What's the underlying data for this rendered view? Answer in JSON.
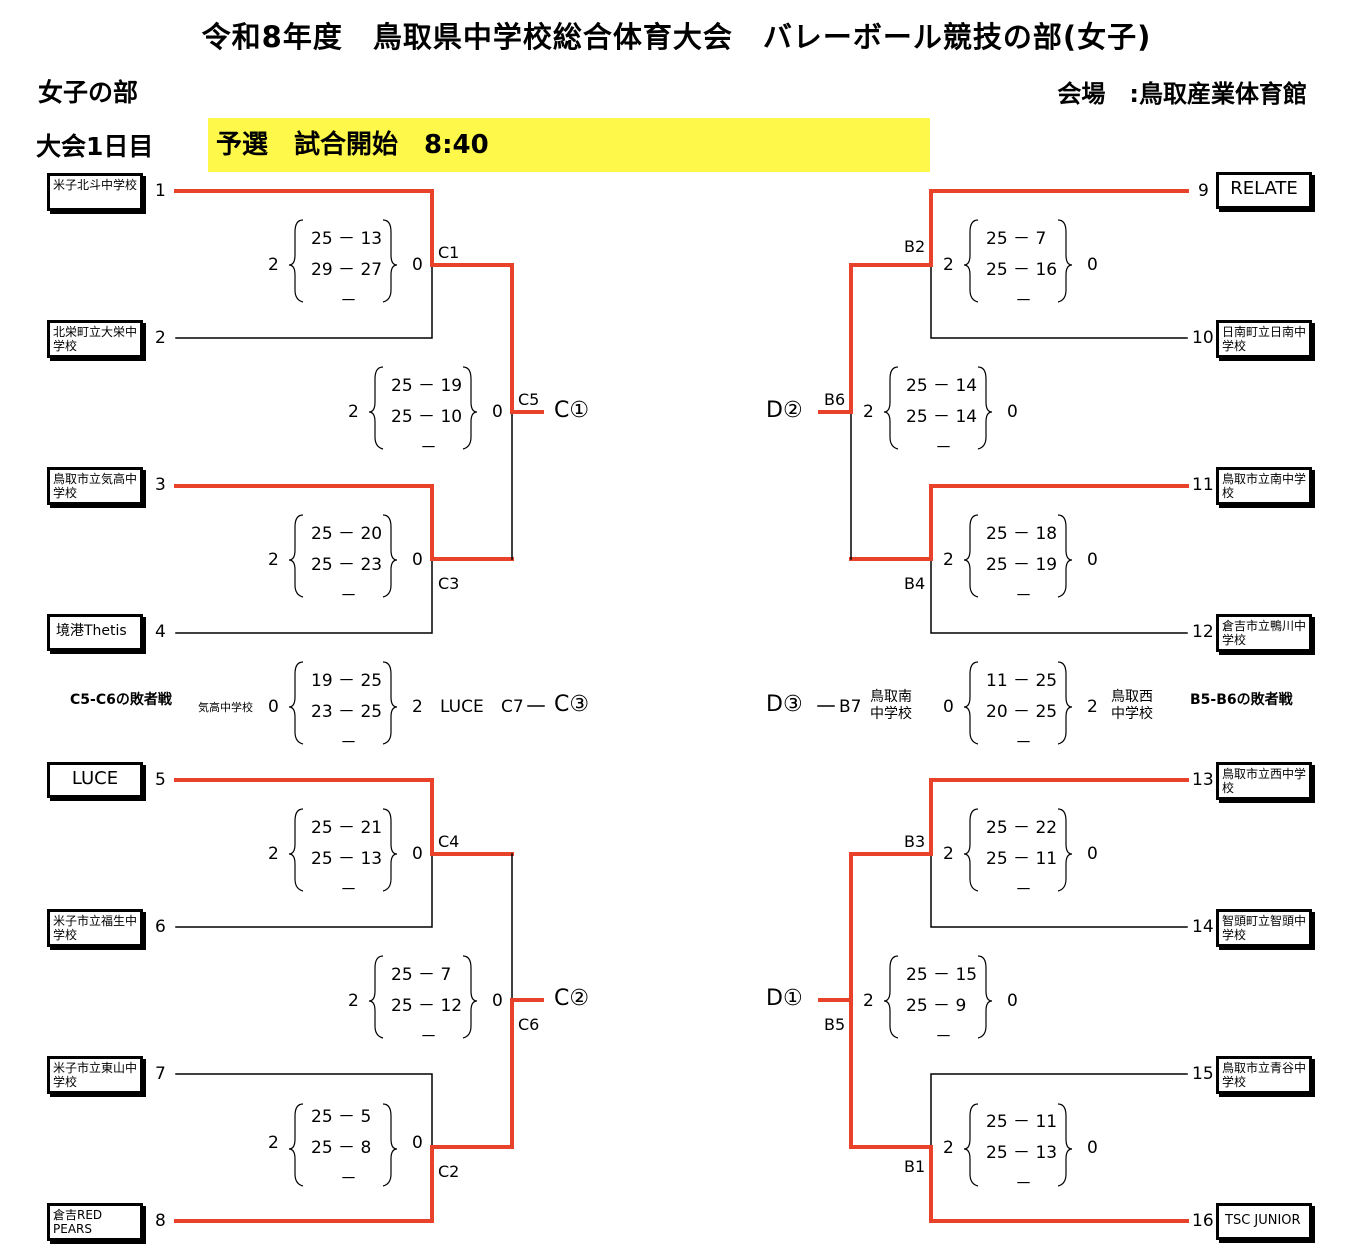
{
  "title": "令和8年度　鳥取県中学校総合体育大会　バレーボール競技の部(女子)",
  "division": "女子の部",
  "venue": "会場　:鳥取産業体育館",
  "day": "大会1日目",
  "banner": "予選　試合開始　8:40",
  "teams": {
    "t1": "米子北斗中学校",
    "t2": "北栄町立大栄中学校",
    "t3": "鳥取市立気高中学校",
    "t4": "境港Thetis",
    "t5": "LUCE",
    "t6": "米子市立福生中学校",
    "t7": "米子市立東山中学校",
    "t8": "倉吉RED PEARS",
    "t9": "RELATE",
    "t10": "日南町立日南中学校",
    "t11": "鳥取市立南中学校",
    "t12": "倉吉市立鴨川中学校",
    "t13": "鳥取市立西中学校",
    "t14": "智頭町立智頭中学校",
    "t15": "鳥取市立青谷中学校",
    "t16": "TSC JUNIOR"
  },
  "seeds": [
    "1",
    "2",
    "3",
    "4",
    "5",
    "6",
    "7",
    "8",
    "9",
    "10",
    "11",
    "12",
    "13",
    "14",
    "15",
    "16"
  ],
  "matches": {
    "C1": {
      "label": "C1",
      "left": "2",
      "right": "0",
      "set1": "25 － 13",
      "set2": "29 － 27",
      "set3": "－"
    },
    "C3": {
      "label": "C3",
      "left": "2",
      "right": "0",
      "set1": "25 － 20",
      "set2": "25 － 23",
      "set3": "－"
    },
    "C5": {
      "label": "C5",
      "left": "2",
      "right": "0",
      "set1": "25 － 19",
      "set2": "25 － 10",
      "set3": "－"
    },
    "C4": {
      "label": "C4",
      "left": "2",
      "right": "0",
      "set1": "25 － 21",
      "set2": "25 － 13",
      "set3": "－"
    },
    "C6": {
      "label": "C6",
      "left": "2",
      "right": "0",
      "set1": "25 － 7",
      "set2": "25 － 12",
      "set3": "－"
    },
    "C2": {
      "label": "C2",
      "left": "2",
      "right": "0",
      "set1": "25 － 5",
      "set2": "25 － 8",
      "set3": "－"
    },
    "C7": {
      "label": "C7",
      "left": "0",
      "right": "2",
      "set1": "19 － 25",
      "set2": "23 － 25",
      "set3": "－"
    },
    "B2": {
      "label": "B2",
      "left": "2",
      "right": "0",
      "set1": "25 － 7",
      "set2": "25 － 16",
      "set3": "－"
    },
    "B4": {
      "label": "B4",
      "left": "2",
      "right": "0",
      "set1": "25 － 18",
      "set2": "25 － 19",
      "set3": "－"
    },
    "B6": {
      "label": "B6",
      "left": "2",
      "right": "0",
      "set1": "25 － 14",
      "set2": "25 － 14",
      "set3": "－"
    },
    "B3": {
      "label": "B3",
      "left": "2",
      "right": "0",
      "set1": "25 － 22",
      "set2": "25 － 11",
      "set3": "－"
    },
    "B5": {
      "label": "B5",
      "left": "2",
      "right": "0",
      "set1": "25 － 15",
      "set2": "25 － 9",
      "set3": "－"
    },
    "B1": {
      "label": "B1",
      "left": "2",
      "right": "0",
      "set1": "25 － 11",
      "set2": "25 － 13",
      "set3": "－"
    },
    "B7": {
      "label": "B7",
      "left": "0",
      "right": "2",
      "set1": "11 － 25",
      "set2": "20 － 25",
      "set3": "－"
    }
  },
  "results": {
    "c1": "C①",
    "c2": "C②",
    "c3": "C③",
    "d1": "D①",
    "d2": "D②",
    "d3": "D③"
  },
  "loser_left": "C5-C6の敗者戦",
  "loser_right": "B5-B6の敗者戦",
  "c7_left_team": "気高中学校",
  "c7_right_team": "LUCE",
  "b7_left_team": "鳥取南中学校",
  "b7_right_team": "鳥取西中学校",
  "line_colors": {
    "win": "#e8432a",
    "normal": "#000000"
  }
}
